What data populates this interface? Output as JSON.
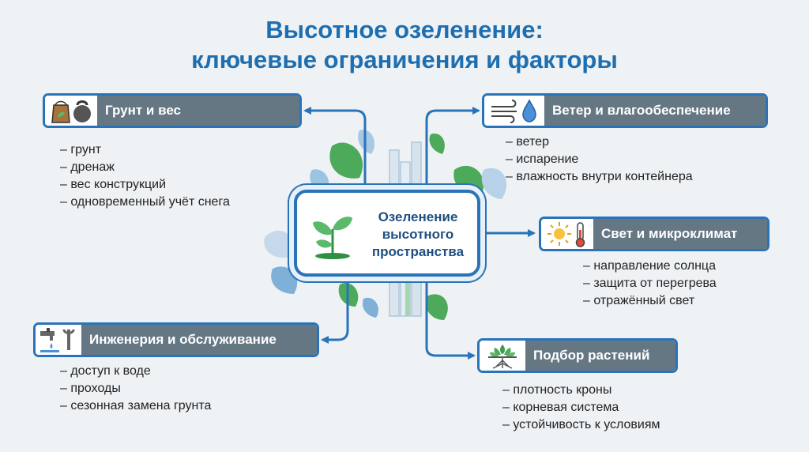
{
  "title": {
    "line1": "Высотное озеленение:",
    "line2": "ключевые ограничения и факторы"
  },
  "center": {
    "line1": "Озеленение",
    "line2": "высотного",
    "line3": "пространства",
    "icon": "sprout-icon"
  },
  "nodes": {
    "soil": {
      "label": "Грунт и вес",
      "icon": "soil-bag-weight-icon",
      "items": [
        "– грунт",
        "– дренаж",
        "– вес конструкций",
        "– одновременный учёт снега"
      ]
    },
    "wind": {
      "label": "Ветер и влагообеспечение",
      "icon": "wind-water-drop-icon",
      "items": [
        "– ветер",
        "– испарение",
        "– влажность внутри контейнера"
      ]
    },
    "light": {
      "label": "Свет и микроклимат",
      "icon": "sun-thermometer-icon",
      "items": [
        "– направление солнца",
        "– защита от перегрева",
        "– отражённый свет"
      ]
    },
    "engineering": {
      "label": "Инженерия и обслуживание",
      "icon": "tap-wrench-icon",
      "items": [
        "– доступ к воде",
        "– проходы",
        "– сезонная замена грунта"
      ]
    },
    "plants": {
      "label": "Подбор растений",
      "icon": "plant-roots-icon",
      "items": [
        "– плотность кроны",
        "– корневая система",
        "– устойчивость к условиям"
      ]
    }
  },
  "colors": {
    "accent": "#2b73b8",
    "title": "#1f6fb0",
    "label_bg": "#667784",
    "leaf_green": "#4caa5a",
    "leaf_blue": "#8fb8dc",
    "background": "#eef2f5"
  }
}
